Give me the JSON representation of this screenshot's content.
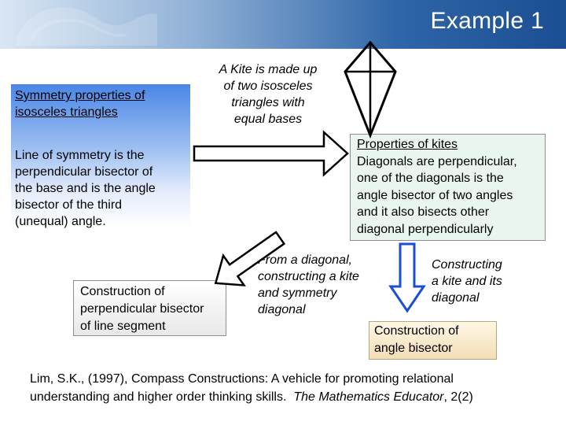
{
  "title": "Example 1",
  "symmetry_box": {
    "heading_line1": "Symmetry properties of",
    "heading_line2": "isosceles triangles",
    "body_line1": "Line of symmetry is the",
    "body_line2": "perpendicular bisector of",
    "body_line3": "the base and is the angle",
    "body_line4": "bisector of the third",
    "body_line5": "(unequal) angle."
  },
  "kite_note": {
    "line1": "A Kite is made up",
    "line2": "of two isosceles",
    "line3": "triangles with",
    "line4": "equal bases"
  },
  "kite_properties": {
    "heading": "Properties of kites",
    "line1": "Diagonals are perpendicular,",
    "line2": "one of the diagonals is the",
    "line3": "angle bisector of two angles",
    "line4": "and it also bisects other",
    "line5": "diagonal perpendicularly"
  },
  "construct_kite_note": {
    "line1": "From a diagonal,",
    "line2": "constructing a kite",
    "line3": "and symmetry",
    "line4": "diagonal"
  },
  "its_diagonal_note": {
    "line1": "Constructing",
    "line2": "a kite and its",
    "line3": "diagonal"
  },
  "perpendicular_box": {
    "line1": "Construction of",
    "line2": "perpendicular bisector",
    "line3": "of line segment"
  },
  "angle_box": {
    "line1": "Construction of",
    "line2": "angle bisector"
  },
  "citation": {
    "line1": "Lim, S.K., (1997), Compass Constructions: A vehicle for promoting relational",
    "line2_start": "understanding and higher order thinking skills.",
    "journal": "The Mathematics Educator",
    "volume": ", 2(2)"
  },
  "colors": {
    "header_dark": "#1b4e92",
    "header_light": "#d9e6f3",
    "symmetry_box_top": "#4a86e6",
    "kite_props_bg": "#e8f6ee",
    "angle_box_bg": "#f2ddb5"
  }
}
